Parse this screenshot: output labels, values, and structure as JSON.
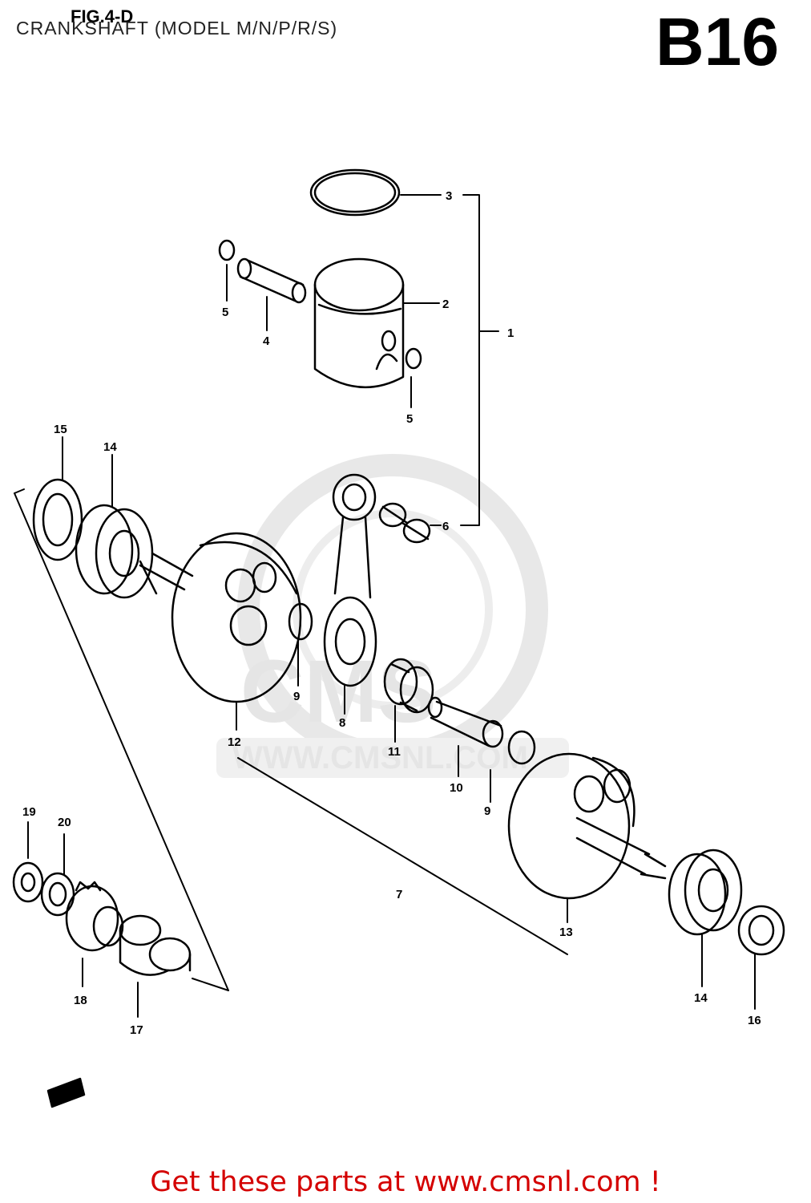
{
  "header": {
    "fig_label": "FIG.4-D",
    "title": "CRANKSHAFT (MODEL M/N/P/R/S)",
    "page_code": "B16"
  },
  "watermark": {
    "brand": "CMS",
    "url": "WWW.CMSNL.COM"
  },
  "parts": {
    "p1": "1",
    "p2": "2",
    "p3": "3",
    "p4": "4",
    "p5a": "5",
    "p5b": "5",
    "p6": "6",
    "p7": "7",
    "p8": "8",
    "p9a": "9",
    "p9b": "9",
    "p10": "10",
    "p11": "11",
    "p12": "12",
    "p13": "13",
    "p14a": "14",
    "p14b": "14",
    "p15": "15",
    "p16": "16",
    "p17": "17",
    "p18": "18",
    "p19": "19",
    "p20": "20"
  },
  "footer": {
    "text": "Get these parts at www.cmsnl.com !"
  }
}
